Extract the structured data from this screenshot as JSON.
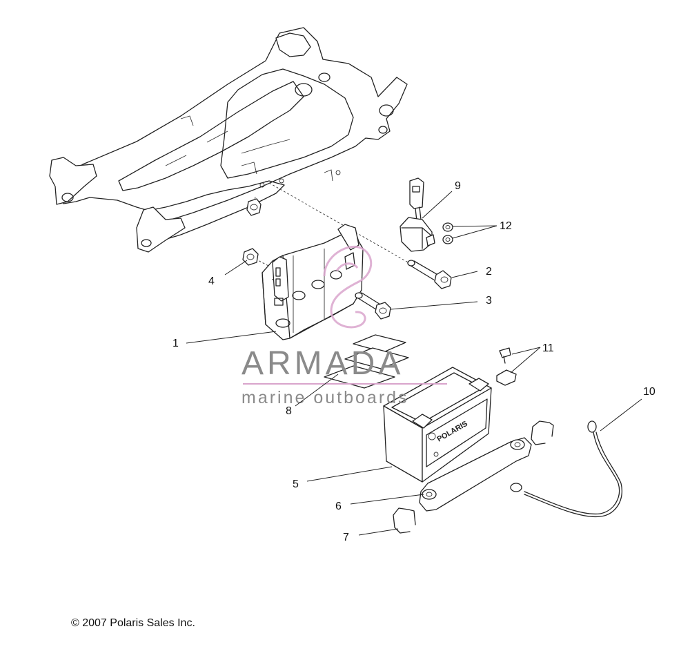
{
  "callouts": {
    "c1": "1",
    "c2": "2",
    "c3": "3",
    "c4": "4",
    "c5": "5",
    "c6": "6",
    "c7": "7",
    "c8": "8",
    "c9": "9",
    "c10": "10",
    "c11": "11",
    "c12": "12"
  },
  "watermark": {
    "brand": "ARMADA",
    "tagline": "marine outboards"
  },
  "battery_label": "POLARIS",
  "copyright": "© 2007 Polaris Sales Inc.",
  "colors": {
    "line": "#222222",
    "watermark_text": "#8a8a8a",
    "watermark_accent": "#d9a4cc"
  }
}
